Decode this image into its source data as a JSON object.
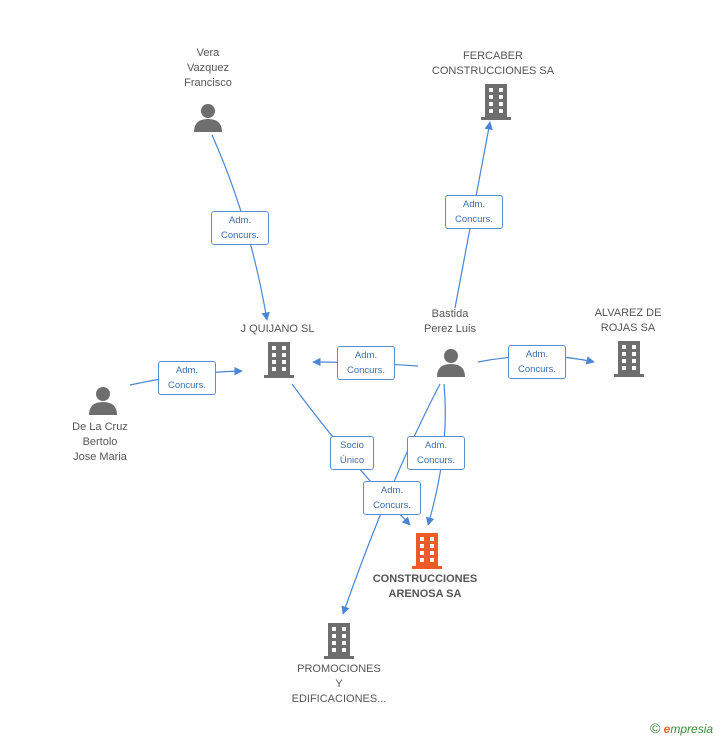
{
  "nodes": {
    "vera": {
      "label": "Vera\nVazquez\nFrancisco",
      "type": "person"
    },
    "fercaber": {
      "label": "FERCABER\nCONSTRUCCIONES SA",
      "type": "company"
    },
    "quijano": {
      "label": "J QUIJANO SL",
      "type": "company"
    },
    "bastida": {
      "label": "Bastida\nPerez Luis",
      "type": "person"
    },
    "alvarez": {
      "label": "ALVAREZ DE\nROJAS SA",
      "type": "company"
    },
    "delacruz": {
      "label": "De La Cruz\nBertolo\nJose Maria",
      "type": "person"
    },
    "arenosa": {
      "label": "CONSTRUCCIONES\nARENOSA SA",
      "type": "company-main"
    },
    "promociones": {
      "label": "PROMOCIONES\nY\nEDIFICACIONES...",
      "type": "company"
    }
  },
  "edges": {
    "vera_quijano": "Adm.\nConcurs.",
    "bastida_fercaber": "Adm.\nConcurs.",
    "bastida_quijano": "Adm.\nConcurs.",
    "bastida_alvarez": "Adm.\nConcurs.",
    "delacruz_quijano": "Adm.\nConcurs.",
    "quijano_arenosa": "Socio\nÚnico",
    "bastida_arenosa": "Adm.\nConcurs.",
    "bastida_promociones": "Adm.\nConcurs."
  },
  "footer": {
    "copyright": "©",
    "brand_e": "e",
    "brand_rest": "mpresia"
  },
  "colors": {
    "edge": "#4a86d4",
    "icon": "#6e6e6e",
    "main_icon": "#f05a28"
  }
}
